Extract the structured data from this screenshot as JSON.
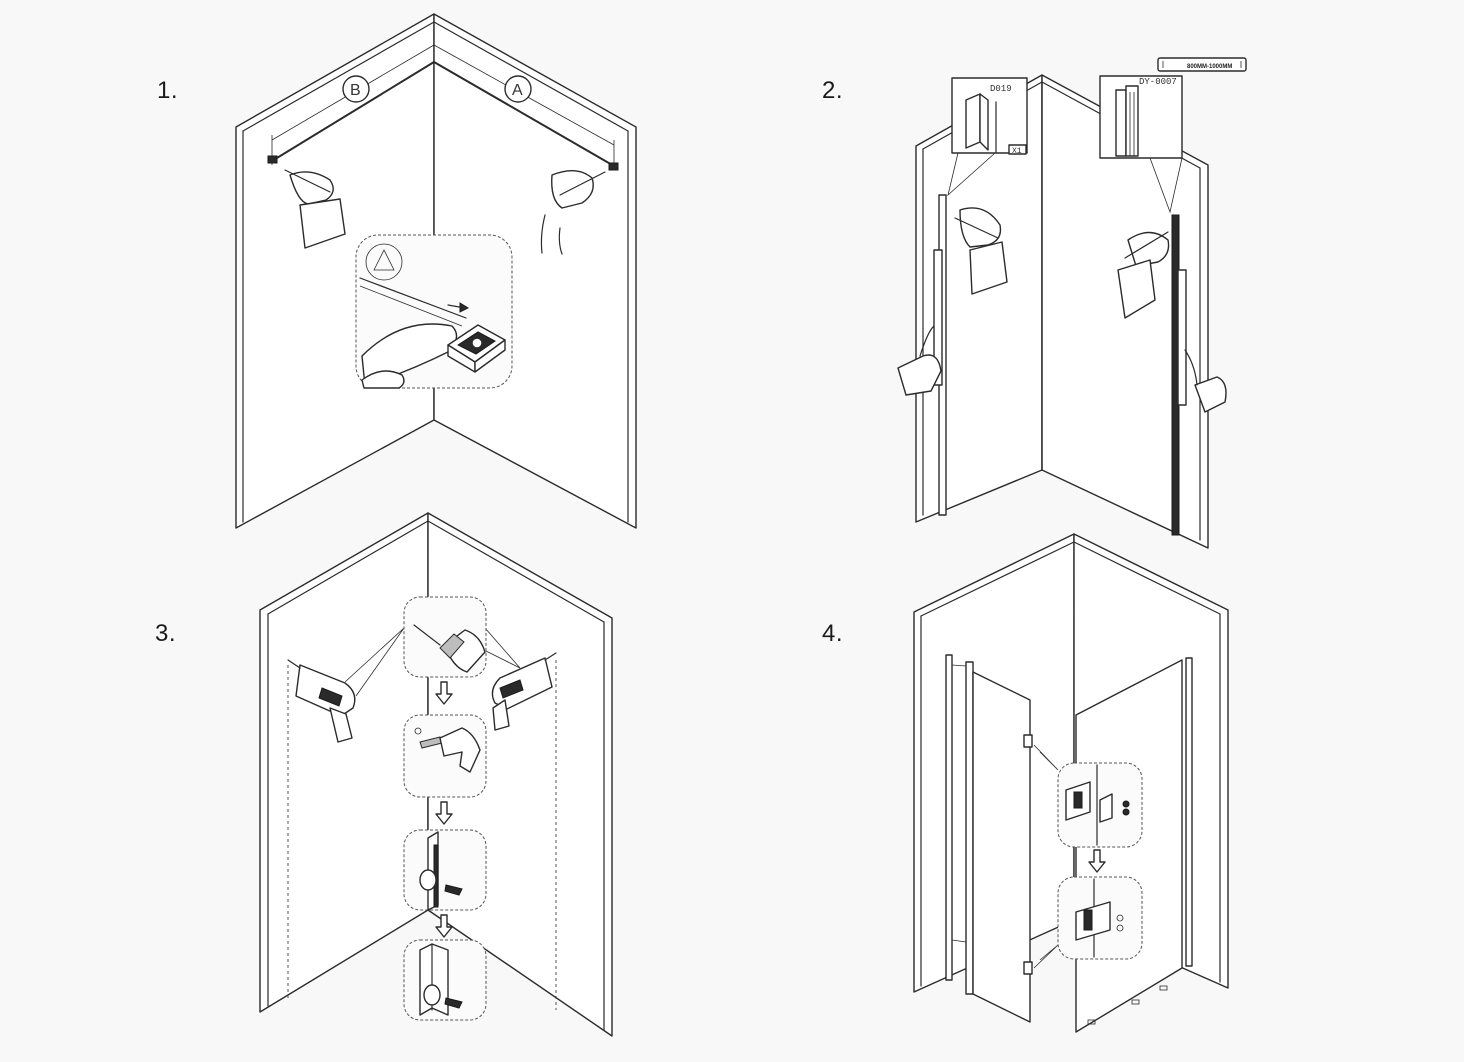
{
  "steps": [
    {
      "number": "1."
    },
    {
      "number": "2."
    },
    {
      "number": "3."
    },
    {
      "number": "4."
    }
  ],
  "step1": {
    "wall_marker_left": "B",
    "wall_marker_right": "A"
  },
  "step2": {
    "profile_left_code": "D019",
    "profile_left_qty": "X1",
    "profile_right_code": "DY-0007",
    "size_range": "800MM-1000MM"
  }
}
